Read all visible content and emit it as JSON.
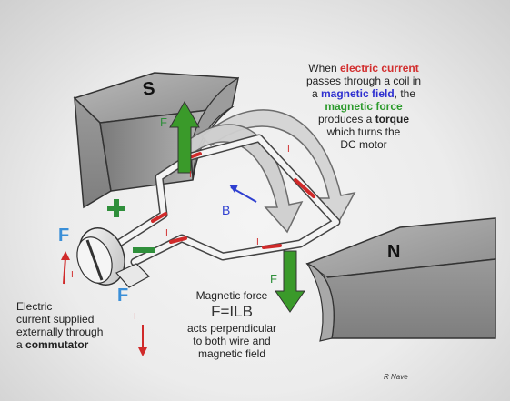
{
  "pole_labels": {
    "south": "S",
    "north": "N"
  },
  "caption_top": {
    "line1_pre": "When ",
    "line1_em": "electric current",
    "line2": "passes through a coil in",
    "line3_pre": "a ",
    "line3_em": "magnetic field",
    "line3_post": ", the",
    "line4_em": "magnetic force",
    "line5_pre": "produces a ",
    "line5_em": "torque",
    "line6": "which turns the",
    "line7": "DC motor"
  },
  "caption_left": {
    "line1": "Electric",
    "line2": "current supplied",
    "line3": "externally through",
    "line4_pre": "a ",
    "line4_em": "commutator"
  },
  "caption_mid": {
    "line1": "Magnetic force",
    "formula": "F=ILB",
    "line2": "acts perpendicular",
    "line3": "to both wire and",
    "line4": "magnetic field"
  },
  "labels": {
    "force_top": "F",
    "force_bottom": "F",
    "current": "I",
    "field": "B",
    "brush_top": "F",
    "brush_bottom": "F",
    "plus": "+",
    "minus": "−"
  },
  "credit": "R Nave",
  "colors": {
    "force_arrow": "#3a9a2a",
    "field_arrow": "#2e3fd0",
    "current_arrow": "#d02a2a",
    "brush": "#3a8fd8"
  }
}
